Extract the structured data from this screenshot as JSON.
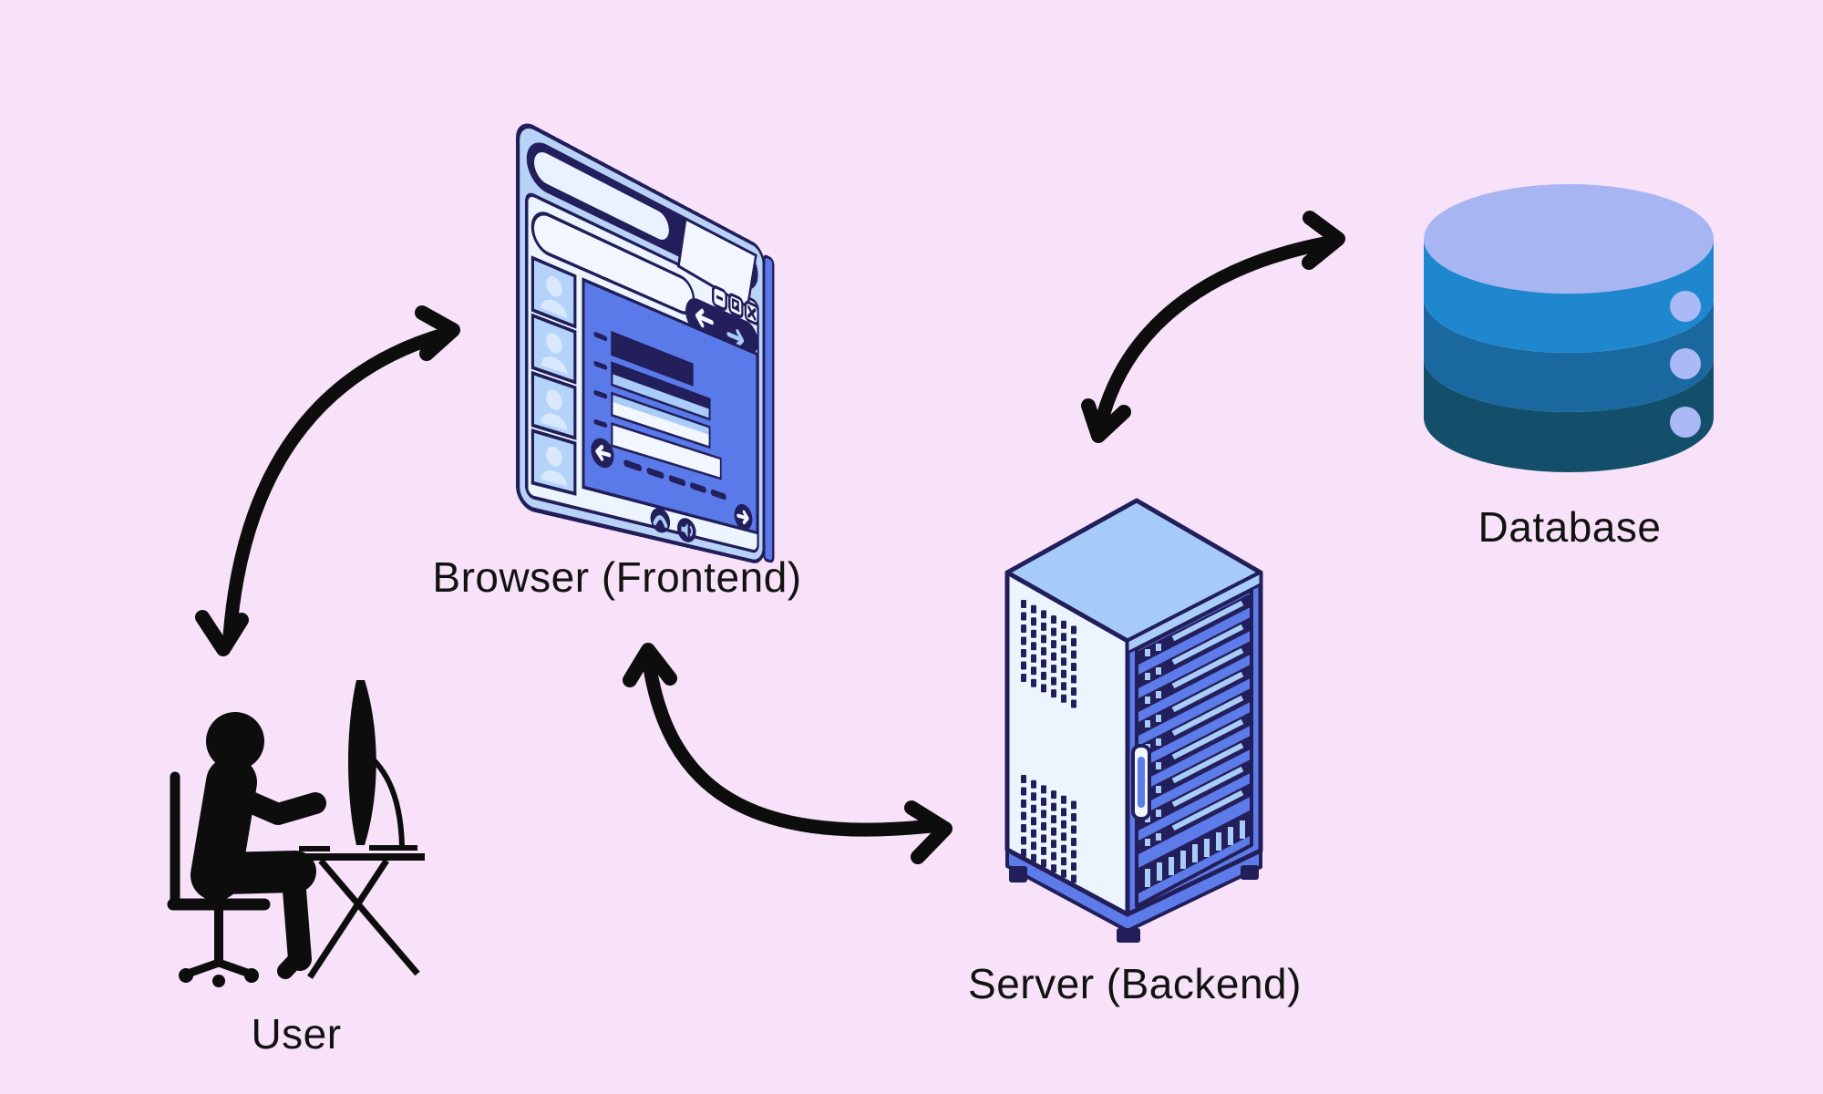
{
  "diagram": {
    "background_color": "#F8E2F9",
    "nodes": {
      "user": {
        "label": "User"
      },
      "browser": {
        "label": "Browser (Frontend)"
      },
      "server": {
        "label": "Server (Backend)"
      },
      "database": {
        "label": "Database"
      }
    },
    "connections": [
      {
        "from": "User",
        "to": "Browser (Frontend)",
        "bidirectional": true,
        "style": "curved black arrow"
      },
      {
        "from": "Browser (Frontend)",
        "to": "Server (Backend)",
        "bidirectional": true,
        "style": "curved black arrow"
      },
      {
        "from": "Server (Backend)",
        "to": "Database",
        "bidirectional": true,
        "style": "curved black arrow"
      }
    ],
    "icons": {
      "user": "person-at-desk-silhouette",
      "browser": "tilted-browser-window-illustration",
      "server": "isometric-server-rack-illustration",
      "database": "stacked-cylinder-database-illustration"
    },
    "palette": {
      "outline_navy": "#221E5A",
      "navy_fill": "#231F5C",
      "arrow_black": "#0D0D0D",
      "content_blue": "#5B7AEA",
      "light_blue": "#A9CCF8",
      "frame_blue": "#B9D2F8",
      "pale_panel": "#ECF4FE",
      "white_blue": "#F2F7FF",
      "db_top_periwinkle": "#A7B5F3",
      "db_band_top": "#1F87CD",
      "db_band_mid": "#19689F",
      "db_band_bottom": "#134F6B"
    }
  }
}
